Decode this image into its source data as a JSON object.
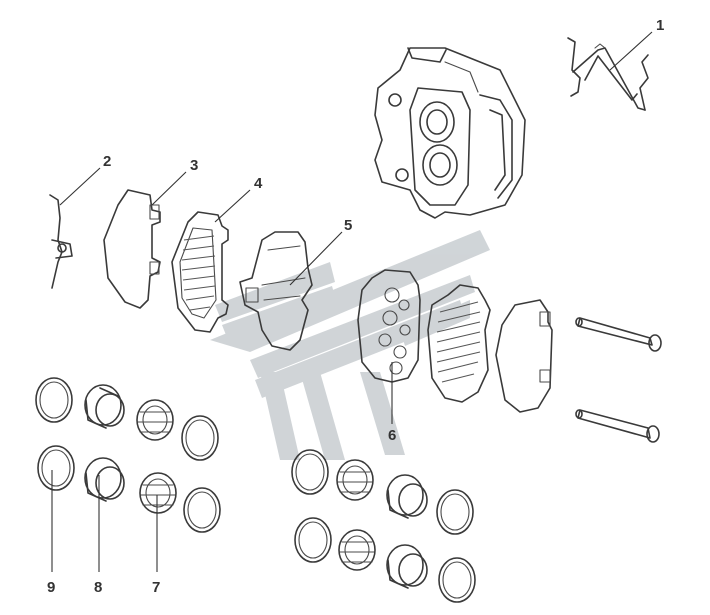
{
  "diagram": {
    "callouts": [
      {
        "id": "c1",
        "label": "1"
      },
      {
        "id": "c2",
        "label": "2"
      },
      {
        "id": "c3",
        "label": "3"
      },
      {
        "id": "c4",
        "label": "4"
      },
      {
        "id": "c5",
        "label": "5"
      },
      {
        "id": "c6",
        "label": "6"
      },
      {
        "id": "c7",
        "label": "7"
      },
      {
        "id": "c8",
        "label": "8"
      },
      {
        "id": "c9",
        "label": "9"
      }
    ],
    "colors": {
      "line": "#3a3a3a",
      "watermark": "#b7bec3",
      "background": "#ffffff"
    }
  }
}
